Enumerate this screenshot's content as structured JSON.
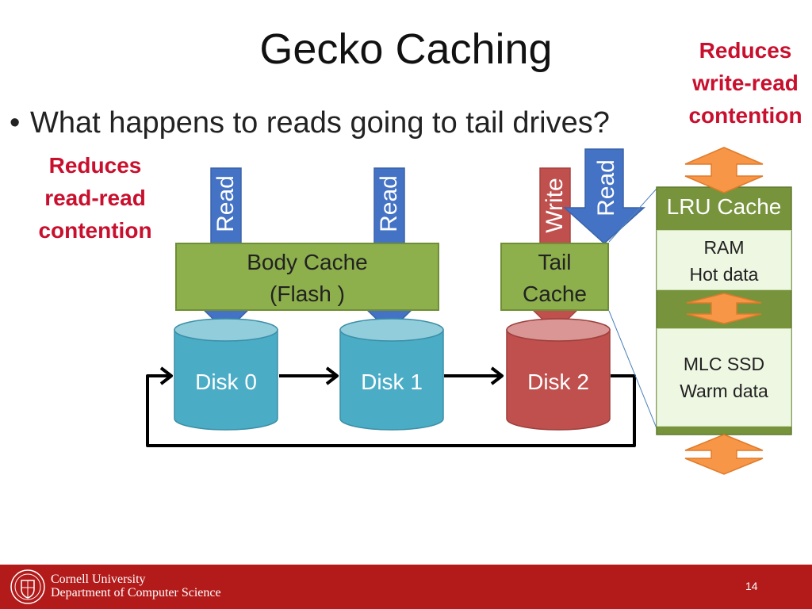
{
  "slide": {
    "title": "Gecko Caching",
    "bullet": "What happens to reads going to tail drives?",
    "bullet_marker": "•"
  },
  "notes": {
    "read_read": [
      "Reduces",
      "read-read",
      "contention"
    ],
    "write_read": [
      "Reduces",
      "write-read",
      "contention"
    ]
  },
  "arrows": {
    "read_0": "Read",
    "read_1": "Read",
    "write_2": "Write",
    "read_2": "Read"
  },
  "caches": {
    "body_line1": "Body Cache",
    "body_line2": "(Flash )",
    "tail_line1": "Tail",
    "tail_line2": "Cache"
  },
  "disks": [
    "Disk 0",
    "Disk 1",
    "Disk 2"
  ],
  "lru": {
    "title": "LRU Cache",
    "ram_line1": "RAM",
    "ram_line2": "Hot data",
    "ssd_line1": "MLC SSD",
    "ssd_line2": "Warm data"
  },
  "footer": {
    "org_line1": "Cornell University",
    "org_line2": "Department of Computer Science",
    "page": "14"
  },
  "colors": {
    "arrow_blue": "#4472c4",
    "disk_teal": "#4bacc6",
    "disk_red": "#c0504d",
    "cache_green": "#8db04c",
    "lru_green": "#77933c",
    "double_arrow": "#f79646",
    "footer_red": "#b31b1b",
    "note_red": "#c8102e"
  }
}
